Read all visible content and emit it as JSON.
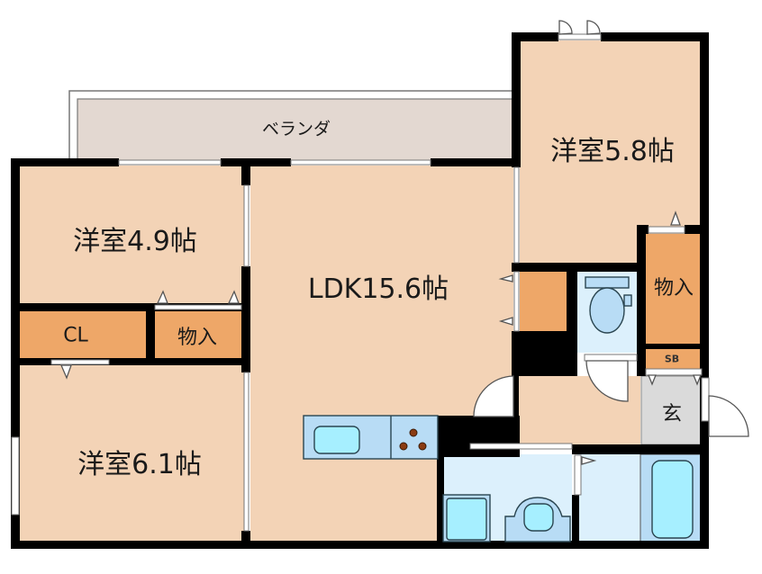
{
  "colors": {
    "room": "#f3d3b6",
    "storage": "#eea768",
    "veranda": "#e3d8d1",
    "wet": "#dcf0fc",
    "fixture": "#b8dcf5",
    "fixture_inner": "#a6efff",
    "entrance": "#dadada",
    "wall": "#000000",
    "burner": "#8b3c12"
  },
  "rooms": {
    "veranda": {
      "label": "ベランダ"
    },
    "western_5_8": {
      "label": "洋室5.8帖"
    },
    "western_4_9": {
      "label": "洋室4.9帖"
    },
    "ldk": {
      "label": "LDK15.6帖"
    },
    "closet_cl": {
      "label": "CL"
    },
    "storage_left": {
      "label": "物入"
    },
    "storage_right": {
      "label": "物入"
    },
    "western_6_1": {
      "label": "洋室6.1帖"
    },
    "shoe_box": {
      "label": "SB"
    },
    "entrance": {
      "label": "玄"
    }
  }
}
